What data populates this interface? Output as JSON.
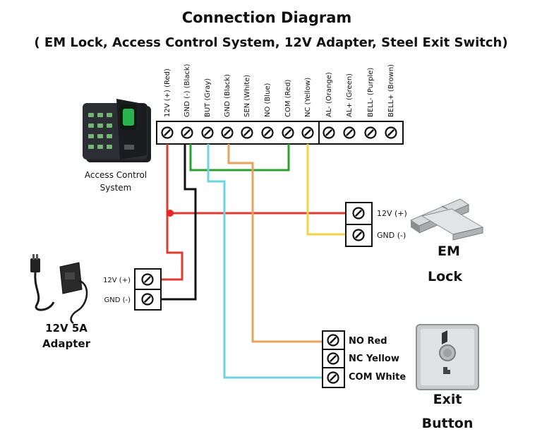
{
  "title": "Connection Diagram",
  "subtitle": "( EM Lock, Access Control System, 12V Adapter, Steel Exit Switch)",
  "controller_terminals": [
    "12V (+) (Red)",
    "GND (-) (Black)",
    "BUT (Gray)",
    "GND (Black)",
    "SEN (White)",
    "NO (Blue)",
    "COM (Red)",
    "NC (Yellow)",
    "AL- (Orange)",
    "AL+ (Green)",
    "BELL- (Purple)",
    "BELL+ (Brown)"
  ],
  "access_control": {
    "label_line1": "Access Control",
    "label_line2": "System"
  },
  "em_lock": {
    "terminal_1": "12V (+)",
    "terminal_2": "GND (-)",
    "label_line1": "EM",
    "label_line2": "Lock"
  },
  "adapter": {
    "terminal_1": "12V (+)",
    "terminal_2": "GND (-)",
    "label_line1": "12V 5A",
    "label_line2": "Adapter"
  },
  "exit_button": {
    "terminal_1": "NO Red",
    "terminal_2": "NC Yellow",
    "terminal_3": "COM White",
    "label_line1": "Exit",
    "label_line2": "Button"
  },
  "colors": {
    "red": "#e03b2f",
    "black": "#111111",
    "green": "#2ea02e",
    "orange": "#e8a15e",
    "yellow": "#f2d44a",
    "cyan": "#6ed3dc",
    "junction": "#e8262a"
  }
}
